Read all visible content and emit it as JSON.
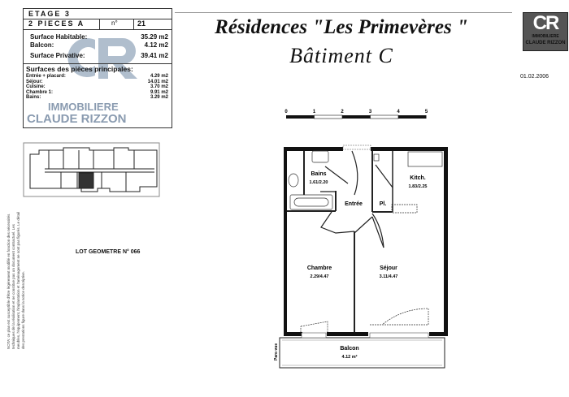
{
  "info": {
    "etage": "ETAGE 3",
    "type": "2 PIECES A",
    "n_label": "n°",
    "n_value": "21",
    "surfaces": [
      {
        "label": "Surface Habitable:",
        "value": "35.29 m2"
      },
      {
        "label": "Balcon:",
        "value": "4.12 m2"
      },
      {
        "label": "Surface Privative:",
        "value": "39.41 m2"
      }
    ],
    "rooms_title": "Surfaces des pièces principales:",
    "rooms": [
      {
        "label": "Entrée + placard:",
        "value": "4.29 m2"
      },
      {
        "label": "Séjour:",
        "value": "14.01 m2"
      },
      {
        "label": "Cuisine:",
        "value": "3.70 m2"
      },
      {
        "label": "Chambre 1:",
        "value": "9.91 m2"
      },
      {
        "label": "Bains:",
        "value": "3.29 m2"
      }
    ],
    "watermark_line1": "IMMOBILIERE",
    "watermark_line2": "CLAUDE RIZZON"
  },
  "header": {
    "title": "Résidences \"Les Primevères \"",
    "subtitle": "Bâtiment C",
    "date": "01.02.2006"
  },
  "logo": {
    "letters": "CR",
    "line1": "IMMOBILIERE",
    "line2": "CLAUDE RIZZON"
  },
  "lot": "LOT GEOMETRE N° 066",
  "nota": "NOTA: ce plan est susceptible d'être légèrement modifié en fonction des nécessités techniques de la réalisation et ne constitue pas un document contractuel. Les meubles, l'équipement, l'implantation et l'aménagement ne sont pas figurés. Le détail des prestations figure dans la notice descriptive.",
  "scale": {
    "ticks": [
      "0",
      "1",
      "2",
      "3",
      "4",
      "5"
    ]
  },
  "plan": {
    "rooms": [
      {
        "name": "Bains",
        "dims": "1.61/2.20"
      },
      {
        "name": "Kitch.",
        "dims": "1.83/2.25"
      },
      {
        "name": "Entrée",
        "dims": ""
      },
      {
        "name": "Pl.",
        "dims": ""
      },
      {
        "name": "Chambre",
        "dims": "2.29/4.47"
      },
      {
        "name": "Séjour",
        "dims": "3.11/4.47"
      },
      {
        "name": "Balcon",
        "dims": "4.12 m²"
      }
    ],
    "parapet": "Pare-vue"
  }
}
